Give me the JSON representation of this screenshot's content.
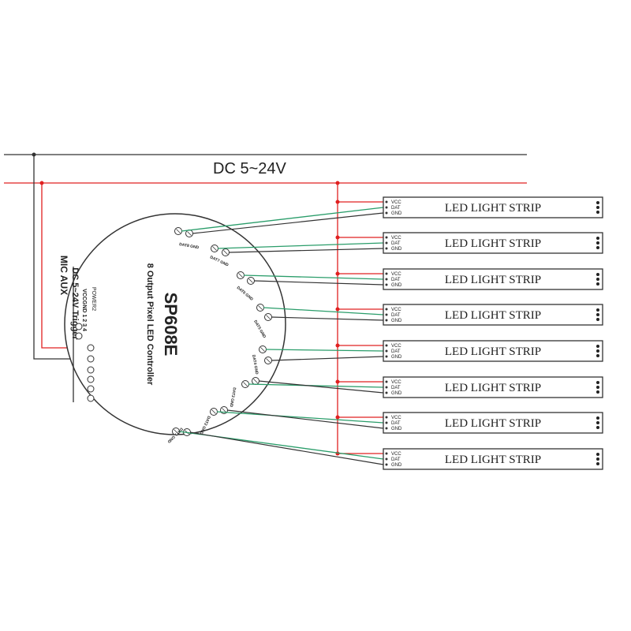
{
  "supply_label": "DC 5~24V",
  "controller": {
    "model": "SP608E",
    "subtitle": "8 Output Pixel LED Controller",
    "mic_aux_label": "MIC AUX",
    "trigger_label": "DC 5~24V Trigger",
    "trigger_pins": "VCCGND  1    2    3    4",
    "power_label": "POWER2",
    "outputs": [
      "DAT8 GND",
      "DAT7 GND",
      "DAT6 GND",
      "DAT5 GND",
      "DAT4 GND",
      "DAT3 GND",
      "DAT2 GND",
      "DAT1 GND"
    ]
  },
  "strip": {
    "label": "LED  LIGHT STRIP",
    "pins": [
      "VCC",
      "DAT",
      "GND"
    ]
  },
  "strip_count": 8,
  "wire_colors": {
    "positive": "#e02020",
    "negative": "#333333",
    "data": "#2a9d6a"
  }
}
